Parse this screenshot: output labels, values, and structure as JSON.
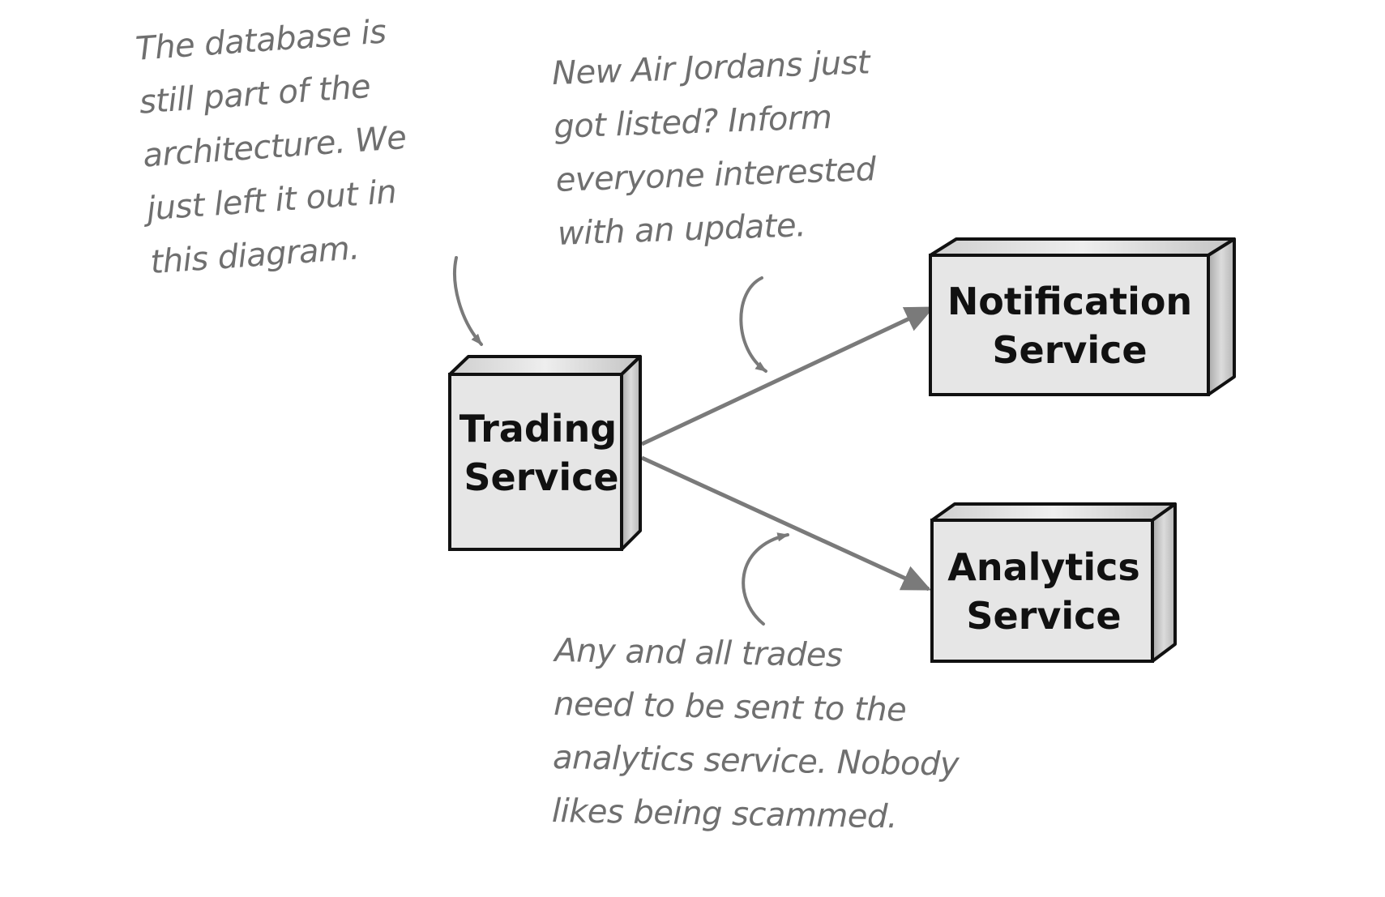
{
  "nodes": {
    "trading": {
      "line1": "Trading",
      "line2": "Service"
    },
    "notification": {
      "line1": "Notification",
      "line2": "Service"
    },
    "analytics": {
      "line1": "Analytics",
      "line2": "Service"
    }
  },
  "annotations": {
    "database": [
      "The database is",
      "still part of the",
      "architecture. We",
      "just left it out in",
      "this diagram."
    ],
    "jordans": [
      "New Air Jordans just",
      "got listed? Inform",
      "everyone interested",
      "with an update."
    ],
    "trades": [
      "Any and all trades",
      "need to be sent to the",
      "analytics service. Nobody",
      "likes being scammed."
    ]
  },
  "colors": {
    "box_face": "#e6e6e6",
    "box_side": "#bdbdbd",
    "box_top": "#d2d2d2",
    "arrow": "#7a7a7a",
    "annotation_text": "#6f6f6f"
  }
}
